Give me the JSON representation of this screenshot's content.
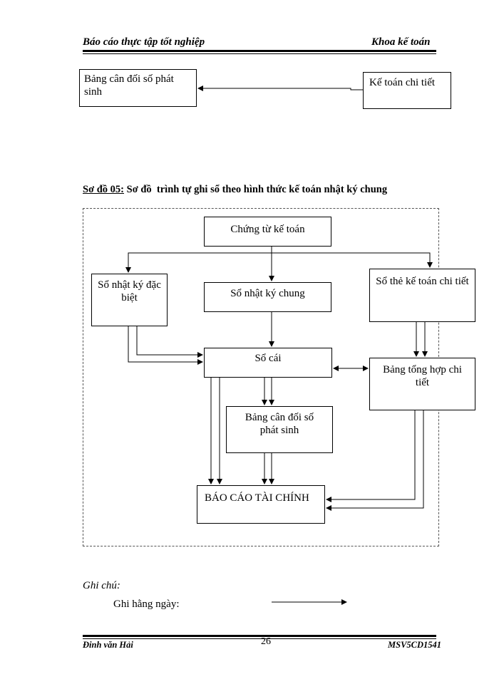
{
  "header": {
    "left": "Báo cáo thực tập tốt nghiệp",
    "right": "Khoa kế toán"
  },
  "top_fragment": {
    "left_box": "Bảng cân đối số phát sinh",
    "right_box": "Kế toán chi tiết"
  },
  "diagram": {
    "title_prefix": "Sơ đồ 05:",
    "title_text": " Sơ đồ  trình tự ghi sổ theo hình thức kế toán nhật ký chung",
    "nodes": {
      "chung_tu": "Chứng từ kế toán",
      "nhat_ky_dac_biet": "Sổ nhật ký đặc biệt",
      "nhat_ky_chung": "Sổ nhật ký chung",
      "so_the_chi_tiet": "Sổ thẻ kế toán chi tiết",
      "so_cai": "Sổ cái",
      "bang_tong_hop": "Bảng tổng hợp chi tiết",
      "bang_can_doi": "Bảng cân đối số phát sinh",
      "bao_cao": "BÁO CÁO TÀI CHÍNH"
    }
  },
  "legend": {
    "title": "Ghi chú:",
    "daily": "Ghi hằng ngày:"
  },
  "footer": {
    "author": "Đinh văn Hải",
    "page": "26",
    "student_id": "MSV5CD1541"
  }
}
